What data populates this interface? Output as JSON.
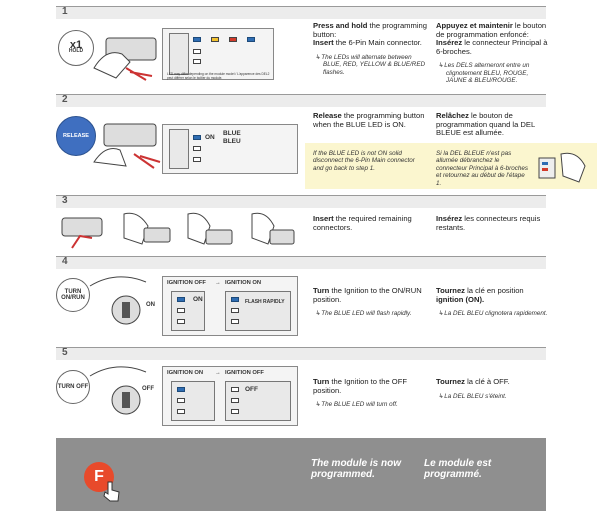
{
  "steps": [
    {
      "number": "1",
      "badge": {
        "big": "x1",
        "small": "HOLD"
      },
      "diagram_caption": "LED may differ depending on the module model / L'apparence des DEL2 peut différer selon le boîtier du module.",
      "en": {
        "bold": "Press and hold",
        "text1": " the programming button:",
        "bold2": "Insert",
        "text2": " the 6-Pin Main connector.",
        "note": "The LEDs will alternate between BLUE, RED, YELLOW & BLUE/RED flashes."
      },
      "fr": {
        "bold": "Appuyez et maintenir",
        "text1": " le bouton de programmation enfoncé:",
        "bold2": "Insérez",
        "text2": " le connecteur Principal à 6-broches.",
        "note": "Les DELS alterneront entre un clignotement BLEU, ROUGE, JAUNE & BLEU/ROUGE."
      }
    },
    {
      "number": "2",
      "badge": {
        "big": "RELEASE",
        "small": ""
      },
      "on_label": "ON",
      "blue_label": "BLUE",
      "bleu_label": "BLEU",
      "en": {
        "bold": "Release",
        "text1": " the programming button when the BLUE LED is ON."
      },
      "fr": {
        "bold": "Relâchez",
        "text1": " le bouton de programmation quand la DEL BLEUE est allumée."
      },
      "hint_en": "If the BLUE LED is not ON solid disconnect the 6-Pin Main connector and go back to step 1.",
      "hint_fr": "Si la DEL BLEUE n'est pas allumée débranchez le connecteur Principal à 6-broches et retournez au début de l'étape 1."
    },
    {
      "number": "3",
      "en": {
        "bold": "Insert",
        "text1": " the required remaining connectors."
      },
      "fr": {
        "bold": "Insérez",
        "text1": " les connecteurs requis restants."
      }
    },
    {
      "number": "4",
      "badge": {
        "big": "TURN ON/RUN",
        "small": ""
      },
      "ignition_off": "IGNITION OFF",
      "ignition_on": "IGNITION ON",
      "on_label": "ON",
      "flash_label": "FLASH RAPIDLY",
      "en": {
        "text0": "Turn",
        "text1": " the Ignition to the ON/RUN position.",
        "note": "The BLUE LED will flash rapidly."
      },
      "fr": {
        "bold": "Tournez",
        "text1": " la clé en position ",
        "bold2": "ignition (ON).",
        "note": "La DEL BLEU clignotera rapidement."
      }
    },
    {
      "number": "5",
      "badge": {
        "big": "TURN OFF",
        "small": ""
      },
      "ignition_on": "IGNITION ON",
      "ignition_off": "IGNITION OFF",
      "off_label": "OFF",
      "en": {
        "bold": "Turn",
        "text1": " the Ignition to the OFF position.",
        "note": "The BLUE LED will turn off."
      },
      "fr": {
        "bold": "Tournez",
        "text1": " la clé à OFF.",
        "note": "La DEL BLEU s'éteint."
      }
    }
  ],
  "final": {
    "en": "The module is now programmed.",
    "fr": "Le module est programmé.",
    "logo": "F"
  },
  "colors": {
    "blue_led": "#2f6db3",
    "hint_bg": "#fbf6cf",
    "final_bg": "#8f8f8f",
    "logo": "#e84a2b"
  }
}
